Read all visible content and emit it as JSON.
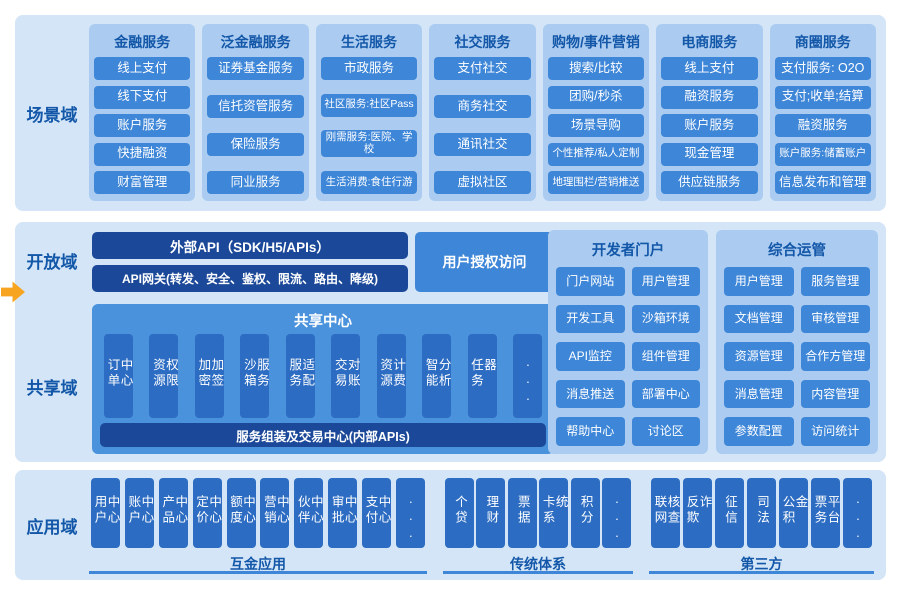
{
  "palette": {
    "band_bg": "#d3e5f7",
    "panel_bg": "#abccf0",
    "button_blue": "#3e86d8",
    "module_blue": "#2c6cc2",
    "shared_panel_blue": "#4b92dc",
    "dark_navy": "#1b4898",
    "heading_blue": "#1357a9",
    "arrow_orange": "#f7a420"
  },
  "domains": {
    "scenario": "场景域",
    "open": "开放域",
    "shared": "共享域",
    "application": "应用域"
  },
  "scenario": {
    "cols": [
      {
        "title": "金融服务",
        "items": [
          "线上支付",
          "线下支付",
          "账户服务",
          "快捷融资",
          "财富管理"
        ]
      },
      {
        "title": "泛金融服务",
        "items": [
          "证券基金服务",
          "信托资管服务",
          "保险服务",
          "同业服务"
        ]
      },
      {
        "title": "生活服务",
        "items": [
          "市政服务",
          "社区服务:社区Pass",
          "刚需服务:医院、学校",
          "生活消费:食住行游"
        ]
      },
      {
        "title": "社交服务",
        "items": [
          "支付社交",
          "商务社交",
          "通讯社交",
          "虚拟社区"
        ]
      },
      {
        "title": "购物/事件营销",
        "items": [
          "搜索/比较",
          "团购/秒杀",
          "场景导购",
          "个性推荐/私人定制",
          "地理围栏/营销推送"
        ]
      },
      {
        "title": "电商服务",
        "items": [
          "线上支付",
          "融资服务",
          "账户服务",
          "现金管理",
          "供应链服务"
        ]
      },
      {
        "title": "商圈服务",
        "items": [
          "支付服务: O2O",
          "支付;收单;结算",
          "融资服务",
          "账户服务:储蓄账户",
          "信息发布和管理"
        ]
      }
    ]
  },
  "open_domain": {
    "external_api": "外部API（SDK/H5/APIs）",
    "api_gateway": "API网关(转发、安全、鉴权、限流、路由、降级)",
    "user_auth": "用户授权访问"
  },
  "shared_center": {
    "title": "共享中心",
    "modules": [
      "订单中心",
      "资源权限",
      "加密加签",
      "沙箱服务",
      "服务适配",
      "交易对账",
      "资源计费",
      "智能分析",
      "任务器",
      "···"
    ],
    "assembly_bar": "服务组装及交易中心(内部APIs)"
  },
  "developer_portal": {
    "title": "开发者门户",
    "items": [
      "门户网站",
      "用户管理",
      "开发工具",
      "沙箱环境",
      "API监控",
      "组件管理",
      "消息推送",
      "部署中心",
      "帮助中心",
      "讨论区"
    ]
  },
  "operations": {
    "title": "综合运管",
    "items": [
      "用户管理",
      "服务管理",
      "文档管理",
      "审核管理",
      "资源管理",
      "合作方管理",
      "消息管理",
      "内容管理",
      "参数配置",
      "访问统计"
    ]
  },
  "application": {
    "groups": [
      {
        "title": "互金应用",
        "items": [
          "用户中心",
          "账户中心",
          "产品中心",
          "定价中心",
          "额度中心",
          "营销中心",
          "伙伴中心",
          "审批中心",
          "支付中心",
          "···"
        ]
      },
      {
        "title": "传统体系",
        "items": [
          "个贷",
          "理财",
          "票据",
          "卡系统",
          "积分",
          "···"
        ]
      },
      {
        "title": "第三方",
        "items": [
          "联网核查",
          "反欺诈",
          "征信",
          "司法",
          "公积金",
          "票务平台",
          "···"
        ]
      }
    ]
  }
}
